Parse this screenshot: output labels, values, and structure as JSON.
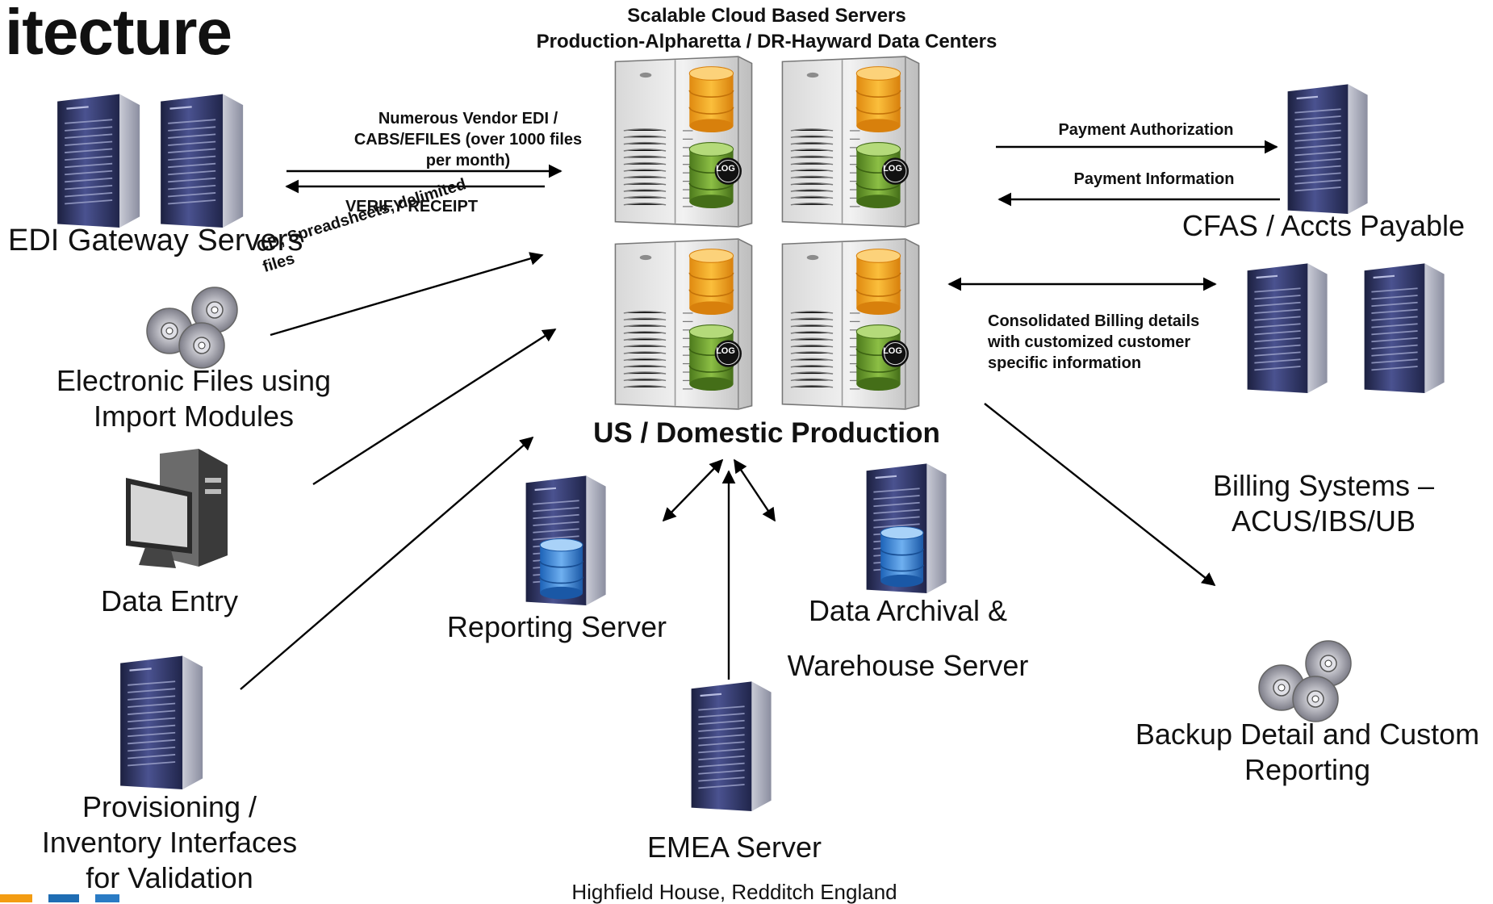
{
  "slide": {
    "title_fragment": "itecture",
    "cloud_header_line1": "Scalable Cloud Based Servers",
    "cloud_header_line2": "Production-Alpharetta / DR-Hayward Data Centers",
    "production_label": "US / Domestic Production",
    "log_badge": "LOG"
  },
  "nodes": {
    "edi_gateway": "EDI Gateway Servers",
    "electronic_files_line1": "Electronic Files using",
    "electronic_files_line2": "Import Modules",
    "data_entry": "Data Entry",
    "provisioning_line1": "Provisioning /",
    "provisioning_line2": "Inventory Interfaces",
    "provisioning_line3": "for Validation",
    "reporting_server": "Reporting Server",
    "archival_line1": "Data Archival &",
    "archival_line2": "Warehouse Server",
    "emea_server": "EMEA Server",
    "emea_location": "Highfield House, Redditch England",
    "cfas": "CFAS / Accts Payable",
    "billing_line1": "Billing Systems –",
    "billing_line2": "ACUS/IBS/UB",
    "backup_line1": "Backup Detail and Custom",
    "backup_line2": "Reporting"
  },
  "flows": {
    "edi_line1": "Numerous Vendor EDI /",
    "edi_line2": "CABS/EFILES (over 1000 files",
    "edi_line3": "per month)",
    "verify_receipt": "VERIFY RECEIPT",
    "cd_files_line1": "CD, Spreadsheets, delimited",
    "cd_files_line2": "files",
    "payment_authorization": "Payment Authorization",
    "payment_information": "Payment Information",
    "billing_details_line1": "Consolidated Billing details",
    "billing_details_line2": "with customized customer",
    "billing_details_line3": "specific information"
  }
}
